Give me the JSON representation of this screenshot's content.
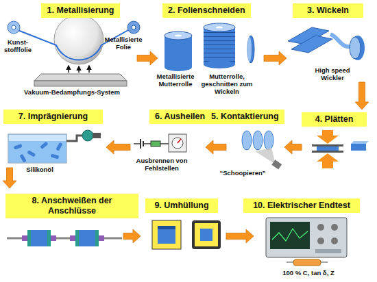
{
  "diagram": {
    "nodes": [
      {
        "text": [
          "1. Metallisierung"
        ]
      },
      {
        "text": [
          "2. Folienschneiden"
        ]
      },
      {
        "text": [
          "3. Wickeln"
        ]
      },
      {
        "text": [
          "4. Plätten"
        ]
      },
      {
        "text": [
          "5. Kontaktierung"
        ]
      },
      {
        "text": [
          "6. Ausheilen"
        ]
      },
      {
        "text": [
          "7. Imprägnierung"
        ]
      },
      {
        "text": [
          "8. Anschweißen der Anschlüsse"
        ]
      },
      {
        "text": [
          "9. Umhüllung"
        ]
      },
      {
        "text": [
          "10. Elektrischer Endtest"
        ]
      }
    ],
    "edges": [
      {
        "from": 0,
        "to": 1,
        "arrow": "to"
      },
      {
        "from": 1,
        "to": 2,
        "arrow": "to"
      },
      {
        "from": 2,
        "to": 3,
        "arrow": "to"
      },
      {
        "from": 3,
        "to": 4,
        "arrow": "to"
      },
      {
        "from": 4,
        "to": 5,
        "arrow": "to"
      },
      {
        "from": 5,
        "to": 6,
        "arrow": "to"
      },
      {
        "from": 6,
        "to": 7,
        "arrow": "to"
      },
      {
        "from": 7,
        "to": 8,
        "arrow": "to"
      },
      {
        "from": 8,
        "to": 9,
        "arrow": "to"
      }
    ],
    "labels": [
      "Kunst- stofffolie",
      "Metallisierte Folie",
      "Vakuum-Bedampfungs-System",
      "Metallisierte Mutterrolle",
      "Mutterrolle, geschnitten zum Wickeln",
      "High speed Wickler",
      "Ausbrennen von Fehlstellen",
      "“Schoopieren”",
      "Silikonöl",
      "100 % C, tan δ, Z"
    ]
  }
}
